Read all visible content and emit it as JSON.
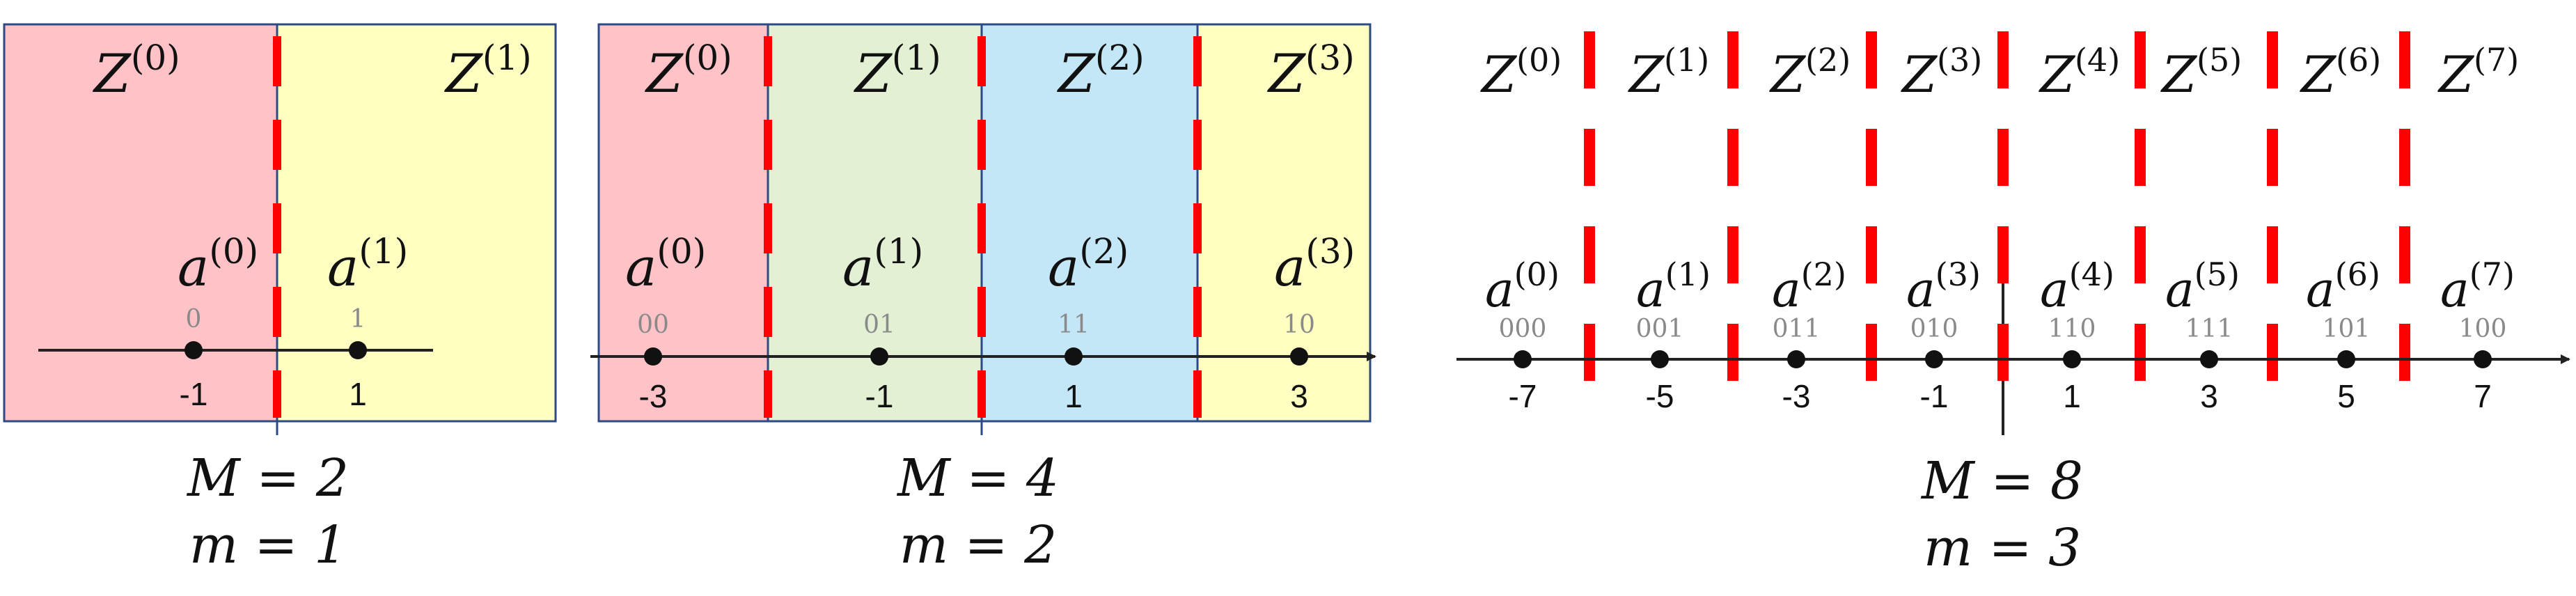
{
  "colors": {
    "red_region": "#ffc2c6",
    "green_region": "#e3f0d4",
    "blue_region": "#c4e7f8",
    "yellow_region": "#ffffc2",
    "boundary_dash": "#ff0000",
    "frame": "#2c4a86",
    "axis": "#222222",
    "point": "#111111",
    "bits_label": "#8a8a8a"
  },
  "panels": [
    {
      "id": "m2",
      "caption_M": "M = 2",
      "caption_m": "m = 1",
      "regions": [
        {
          "label": "Z",
          "sup": "(0)",
          "color": "red_region"
        },
        {
          "label": "Z",
          "sup": "(1)",
          "color": "yellow_region"
        }
      ],
      "points": [
        {
          "symbol": "a",
          "sup": "(0)",
          "bits": "0",
          "value": "-1"
        },
        {
          "symbol": "a",
          "sup": "(1)",
          "bits": "1",
          "value": "1"
        }
      ]
    },
    {
      "id": "m4",
      "caption_M": "M = 4",
      "caption_m": "m = 2",
      "regions": [
        {
          "label": "Z",
          "sup": "(0)",
          "color": "red_region"
        },
        {
          "label": "Z",
          "sup": "(1)",
          "color": "green_region"
        },
        {
          "label": "Z",
          "sup": "(2)",
          "color": "blue_region"
        },
        {
          "label": "Z",
          "sup": "(3)",
          "color": "yellow_region"
        }
      ],
      "points": [
        {
          "symbol": "a",
          "sup": "(0)",
          "bits": "00",
          "value": "-3"
        },
        {
          "symbol": "a",
          "sup": "(1)",
          "bits": "01",
          "value": "-1"
        },
        {
          "symbol": "a",
          "sup": "(2)",
          "bits": "11",
          "value": "1"
        },
        {
          "symbol": "a",
          "sup": "(3)",
          "bits": "10",
          "value": "3"
        }
      ]
    },
    {
      "id": "m8",
      "caption_M": "M = 8",
      "caption_m": "m = 3",
      "regions": [
        {
          "label": "Z",
          "sup": "(0)"
        },
        {
          "label": "Z",
          "sup": "(1)"
        },
        {
          "label": "Z",
          "sup": "(2)"
        },
        {
          "label": "Z",
          "sup": "(3)"
        },
        {
          "label": "Z",
          "sup": "(4)"
        },
        {
          "label": "Z",
          "sup": "(5)"
        },
        {
          "label": "Z",
          "sup": "(6)"
        },
        {
          "label": "Z",
          "sup": "(7)"
        }
      ],
      "points": [
        {
          "symbol": "a",
          "sup": "(0)",
          "bits": "000",
          "value": "-7"
        },
        {
          "symbol": "a",
          "sup": "(1)",
          "bits": "001",
          "value": "-5"
        },
        {
          "symbol": "a",
          "sup": "(2)",
          "bits": "011",
          "value": "-3"
        },
        {
          "symbol": "a",
          "sup": "(3)",
          "bits": "010",
          "value": "-1"
        },
        {
          "symbol": "a",
          "sup": "(4)",
          "bits": "110",
          "value": "1"
        },
        {
          "symbol": "a",
          "sup": "(5)",
          "bits": "111",
          "value": "3"
        },
        {
          "symbol": "a",
          "sup": "(6)",
          "bits": "101",
          "value": "5"
        },
        {
          "symbol": "a",
          "sup": "(7)",
          "bits": "100",
          "value": "7"
        }
      ]
    }
  ]
}
